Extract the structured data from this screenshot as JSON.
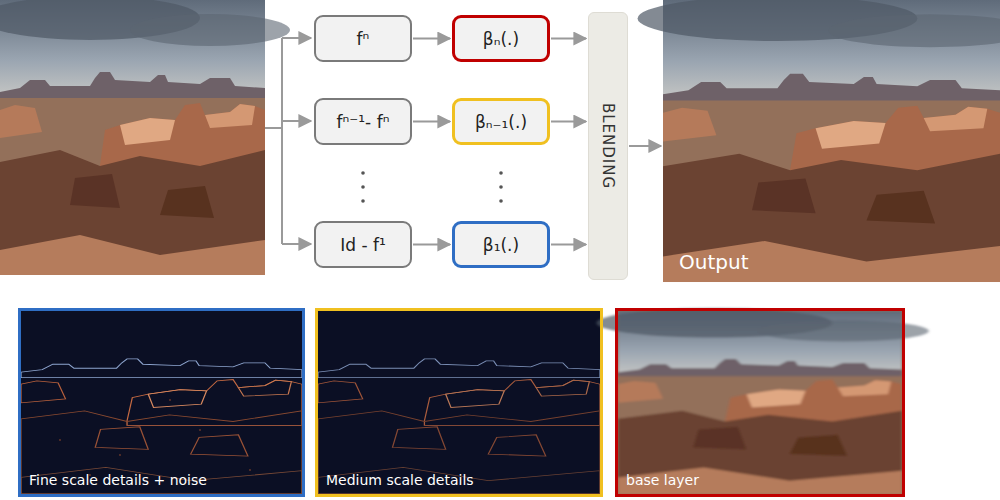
{
  "diagram": {
    "nodes": [
      {
        "text": [
          "fⁿ"
        ]
      },
      {
        "text": [
          "βₙ(.)"
        ]
      },
      {
        "text": [
          "fⁿ⁻¹- fⁿ"
        ]
      },
      {
        "text": [
          "βₙ₋₁(.)"
        ]
      },
      {
        "text": [
          "Id - f¹"
        ]
      },
      {
        "text": [
          "β₁(.)"
        ]
      },
      {
        "text": [
          "BLENDING"
        ]
      },
      {
        "text": [
          "Output"
        ]
      },
      {
        "text": [
          "Fine scale details + noise"
        ]
      },
      {
        "text": [
          "Medium scale details"
        ]
      },
      {
        "text": [
          "base layer"
        ]
      }
    ],
    "edges": [
      {
        "from": 0,
        "to": 1,
        "arrow": "to"
      },
      {
        "from": 2,
        "to": 3,
        "arrow": "to"
      },
      {
        "from": 4,
        "to": 5,
        "arrow": "to"
      },
      {
        "from": 1,
        "to": 6,
        "arrow": "to"
      },
      {
        "from": 3,
        "to": 6,
        "arrow": "to"
      },
      {
        "from": 5,
        "to": 6,
        "arrow": "to"
      },
      {
        "from": 6,
        "to": 7,
        "arrow": "to"
      }
    ]
  }
}
